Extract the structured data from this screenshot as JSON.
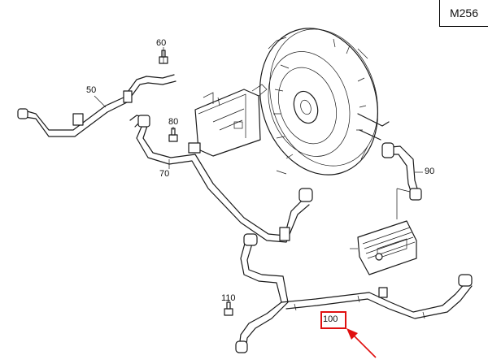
{
  "diagram": {
    "model_code": "M256",
    "part_callouts": [
      {
        "id": "c50",
        "label": "50"
      },
      {
        "id": "c60",
        "label": "60"
      },
      {
        "id": "c70",
        "label": "70"
      },
      {
        "id": "c80",
        "label": "80"
      },
      {
        "id": "c90",
        "label": "90"
      },
      {
        "id": "c100",
        "label": "100",
        "highlighted": true
      },
      {
        "id": "c110",
        "label": "110"
      }
    ],
    "highlight_color": "#e01010",
    "line_color": "#1a1a1a"
  }
}
